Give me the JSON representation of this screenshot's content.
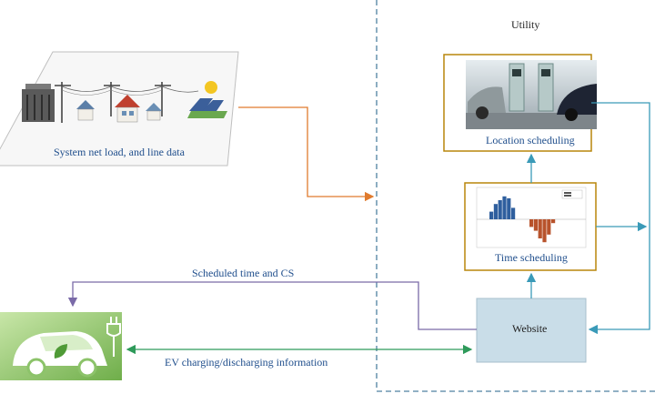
{
  "diagram": {
    "utility_label": "Utility",
    "location_scheduling_label": "Location scheduling",
    "time_scheduling_label": "Time scheduling",
    "website_label": "Website",
    "grid_label": "System net load, and line data",
    "scheduled_label": "Scheduled time and CS",
    "ev_info_label": "EV charging/discharging information"
  },
  "colors": {
    "utility_border": "#4f81a0",
    "box_border": "#b8860b",
    "website_fill": "#c9dde8",
    "orange_arrow": "#e07b2e",
    "teal_arrow": "#3a9ab8",
    "purple_arrow": "#7a6aa8",
    "green_arrow": "#2e9a5a",
    "text_blue": "#1f4e8c"
  },
  "chart_data": {
    "type": "bar",
    "series": [
      {
        "values": [
          2,
          4,
          5,
          6,
          5.5,
          3
        ]
      },
      {
        "values": [
          -2,
          -3,
          -5,
          -6,
          -4,
          -1
        ]
      }
    ]
  }
}
